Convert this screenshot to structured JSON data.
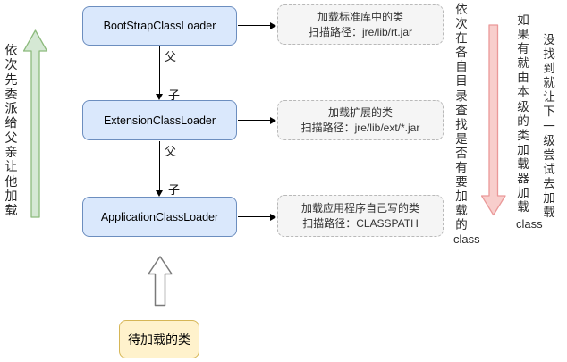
{
  "diagram": {
    "left_note": "依次先委派给父亲让他加载",
    "parent_label": "父",
    "child_label": "子",
    "loaders": [
      {
        "name": "BootStrapClassLoader",
        "desc_title": "加载标准库中的类",
        "desc_path": "扫描路径：jre/lib/rt.jar"
      },
      {
        "name": "ExtensionClassLoader",
        "desc_title": "加载扩展的类",
        "desc_path": "扫描路径：jre/lib/ext/*.jar"
      },
      {
        "name": "ApplicationClassLoader",
        "desc_title": "加载应用程序自己写的类",
        "desc_path": "扫描路径：CLASSPATH"
      }
    ],
    "right_notes": [
      {
        "text": "依次在各自目录查找是否有要加载的",
        "suffix": "class"
      },
      {
        "text": "如果有就由本级的类加载器加载",
        "suffix": "class"
      },
      {
        "text": "没找到就让下一级尝试去加载",
        "suffix": ""
      }
    ],
    "pending_box_label": "待加载的类",
    "colors": {
      "loader_fill": "#dae8fc",
      "loader_border": "#6c8ebf",
      "desc_fill": "#f5f5f5",
      "desc_border": "#b9b9b9",
      "pending_fill": "#fff2cc",
      "pending_border": "#d6b656",
      "delegate_up_arrow_fill": "#d5e8d4",
      "delegate_up_arrow_border": "#8cba7c",
      "lookup_down_arrow_fill": "#f8cecc",
      "lookup_down_arrow_border": "#ea9999",
      "connector": "#000000"
    }
  }
}
